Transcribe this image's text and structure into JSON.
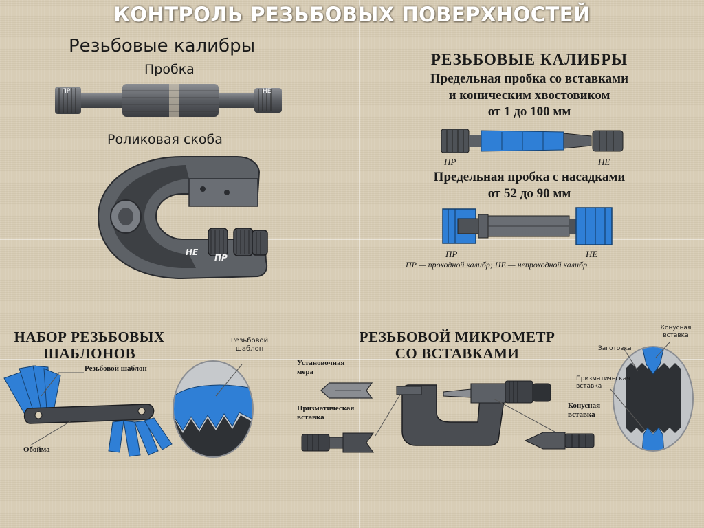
{
  "title": "КОНТРОЛЬ РЕЗЬБОВЫХ ПОВЕРХНОСТЕЙ",
  "top_left": {
    "heading": "Резьбовые калибры",
    "plug_label": "Пробка",
    "plug_marks": {
      "go": "ПР",
      "nogo": "НЕ"
    },
    "roller_label": "Роликовая скоба",
    "roller_marks": {
      "nogo": "НЕ",
      "go": "ПР"
    }
  },
  "top_right": {
    "heading": "РЕЗЬБОВЫЕ КАЛИБРЫ",
    "sub1_line1": "Предельная пробка со вставками",
    "sub1_line2": "и коническим хвостовиком",
    "sub1_line3": "от 1 до 100 мм",
    "gauge1_go": "ПР",
    "gauge1_nogo": "НЕ",
    "sub2_line1": "Предельная пробка с насадками",
    "sub2_line2": "от 52 до 90 мм",
    "gauge2_go": "ПР",
    "gauge2_nogo": "НЕ",
    "legend": "ПР — проходной калибр; НЕ — непроходной калибр"
  },
  "bottom_left": {
    "heading_line1": "НАБОР РЕЗЬБОВЫХ",
    "heading_line2": "ШАБЛОНОВ",
    "label_template": "Резьбовой шаблон",
    "label_holder": "Обойма",
    "label_template_circle_line1": "Резьбовой",
    "label_template_circle_line2": "шаблон"
  },
  "bottom_right": {
    "heading_line1": "РЕЗЬБОВОЙ МИКРОМЕТР",
    "heading_line2": "СО ВСТАВКАМИ",
    "label_setting_line1": "Установочная",
    "label_setting_line2": "мера",
    "label_prism_line1": "Призматическая",
    "label_prism_line2": "вставка",
    "label_cone_line1": "Конусная",
    "label_cone_line2": "вставка",
    "detail_cone_line1": "Конусная",
    "detail_cone_line2": "вставка",
    "detail_blank": "Заготовка",
    "detail_prism_line1": "Призматическая",
    "detail_prism_line2": "вставка"
  },
  "colors": {
    "accent_blue": "#2f7fd6",
    "steel": "#555a60",
    "dark": "#2e3135",
    "background": "#d8cdb6"
  }
}
